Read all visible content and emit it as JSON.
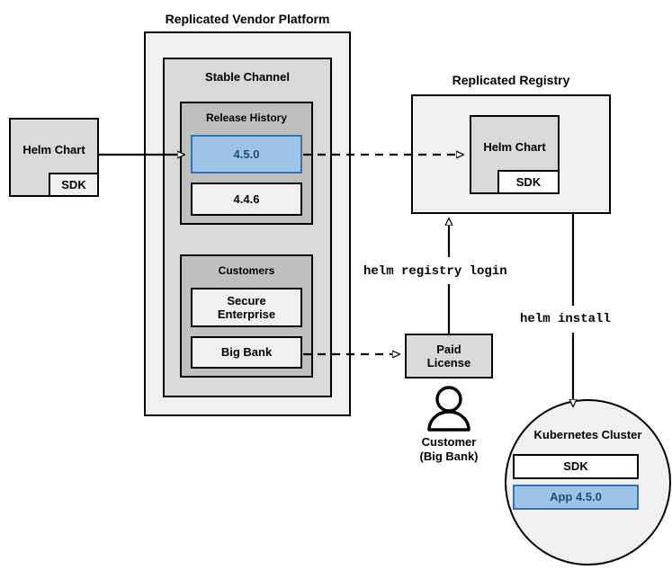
{
  "diagram": {
    "title_vendor_platform": "Replicated Vendor Platform",
    "title_stable_channel": "Stable Channel",
    "title_release_history": "Release History",
    "title_customers": "Customers",
    "title_registry": "Replicated Registry",
    "title_cluster": "Kubernetes Cluster"
  },
  "source": {
    "helm_chart_label": "Helm Chart",
    "sdk_label": "SDK"
  },
  "releases": [
    {
      "version": "4.5.0",
      "highlight": true
    },
    {
      "version": "4.4.6",
      "highlight": false
    }
  ],
  "customers": [
    {
      "name": "Secure\nEnterprise",
      "line1": "Secure",
      "line2": "Enterprise"
    },
    {
      "name": "Big Bank",
      "line1": "Big Bank",
      "line2": ""
    }
  ],
  "registry": {
    "helm_chart_label": "Helm Chart",
    "sdk_label": "SDK"
  },
  "license": {
    "line1": "Paid",
    "line2": "License"
  },
  "customer_actor": {
    "line1": "Customer",
    "line2": "(Big Bank)"
  },
  "cluster": {
    "sdk_label": "SDK",
    "app_label": "App 4.5.0"
  },
  "commands": {
    "registry_login": "helm registry login",
    "install": "helm install"
  },
  "colors": {
    "stroke": "#000000",
    "platform_fill": "#f0f0f0",
    "channel_fill": "#d9d9d9",
    "group_fill": "#bfbfbf",
    "box_fill": "#f0f0f0",
    "chart_fill": "#d9d9d9",
    "highlight_fill": "#9dc3e6",
    "highlight_border": "#2e75b6",
    "highlight_text": "#1f4e79",
    "white": "#ffffff"
  }
}
